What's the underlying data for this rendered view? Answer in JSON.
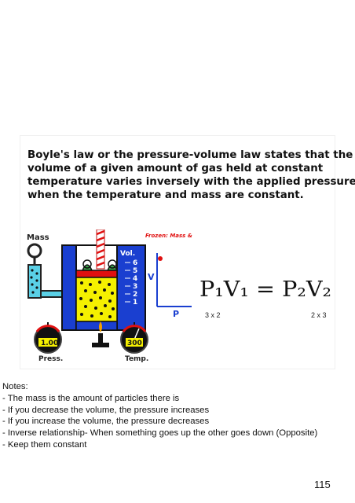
{
  "slide": {
    "lines": [
      "Boyle's law or the pressure-volume law states that the",
      "volume of a given amount of gas held at constant",
      "temperature varies inversely with the applied pressure",
      "when the temperature and mass are constant."
    ],
    "animation": {
      "mass_label": "Mass",
      "vol_label": "Vol.",
      "frozen_label": "Frozen: Mass & Temp.",
      "vol_ticks": [
        "6",
        "5",
        "4",
        "3",
        "2",
        "1"
      ],
      "pressure_value": "1.00",
      "pressure_label": "Press.",
      "temp_value": "300",
      "temp_label": "Temp.",
      "graph_y_label": "V",
      "graph_x_label": "P"
    },
    "formula": {
      "text": "P₁V₁ = P₂V₂",
      "note_left": "3 x 2",
      "note_right": "2 x 3"
    }
  },
  "notes": {
    "heading": "Notes:",
    "items": [
      "- The mass is the amount of particles there is",
      "-  If you decrease the volume, the pressure increases",
      "- If you increase the volume, the pressure decreases",
      "- Inverse relationship- When something goes up the other goes down (Opposite)",
      "- Keep them constant"
    ]
  },
  "page_number": "115",
  "colors": {
    "blue": "#1a3fd0",
    "yellow": "#f5f000",
    "red": "#e01010",
    "green": "#3aa84a",
    "cyan": "#5ad0e6"
  }
}
